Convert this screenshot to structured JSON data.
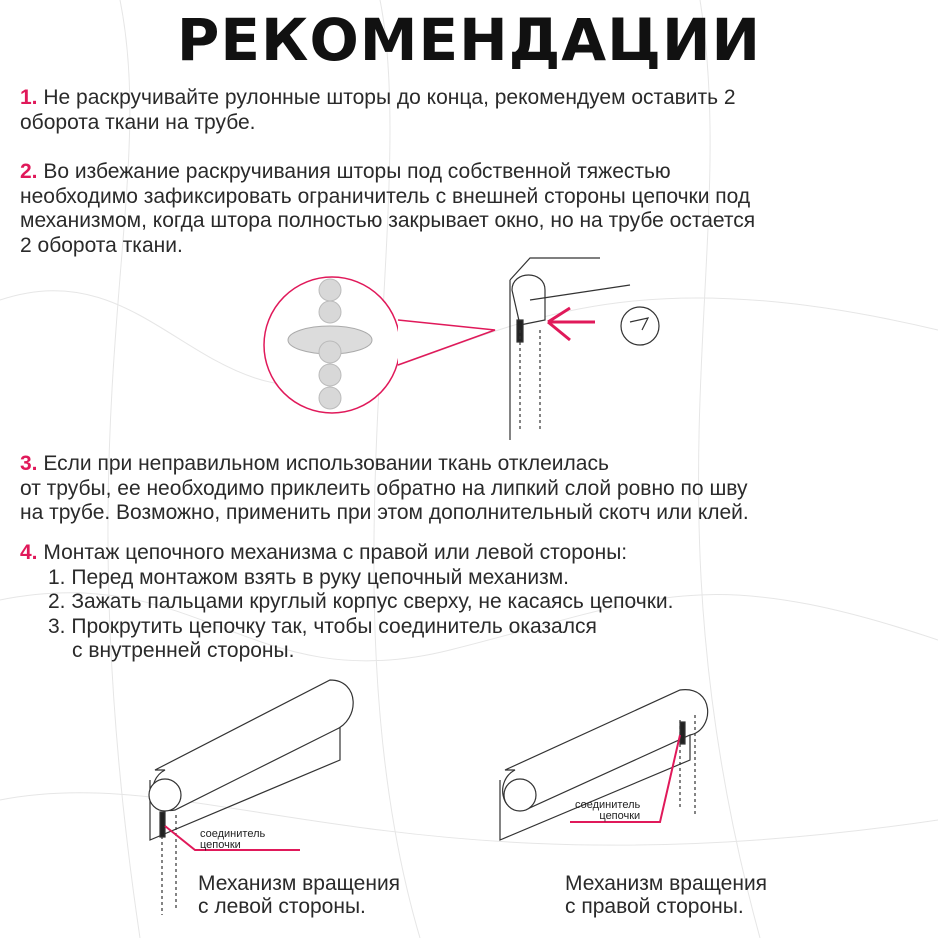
{
  "title": "РЕКОМЕНДАЦИИ",
  "accent_color": "#e0195a",
  "items": [
    {
      "num": "1.",
      "lines": [
        "Не раскручивайте рулонные шторы до конца, рекомендуем оставить 2",
        "оборота ткани на трубе."
      ]
    },
    {
      "num": "2.",
      "lines": [
        "Во избежание раскручивания шторы под собственной тяжестью",
        "необходимо зафиксировать ограничитель с внешней стороны цепочки под",
        "механизмом, когда штора полностью закрывает окно, но на трубе остается",
        "2 оборота ткани."
      ]
    },
    {
      "num": "3.",
      "lines": [
        "Если при неправильном использовании ткань отклеилась",
        "от трубы, ее необходимо приклеить обратно на липкий слой ровно по шву",
        "на трубе. Возможно, применить при этом дополнительный скотч или клей."
      ]
    },
    {
      "num": "4.",
      "lines": [
        "Монтаж цепочного механизма с правой или левой стороны:"
      ],
      "steps": [
        "1. Перед монтажом взять в руку цепочный механизм.",
        "2. Зажать пальцами круглый корпус сверху, не касаясь цепочки.",
        "3. Прокрутить цепочку так, чтобы соединитель оказался"
      ],
      "step_cont": "с внутренней стороны."
    }
  ],
  "diagrams": {
    "left": {
      "label_lines": [
        "соединитель",
        "цепочки"
      ],
      "caption_lines": [
        "Механизм вращения",
        "с левой стороны."
      ]
    },
    "right": {
      "label_lines": [
        "соединитель",
        "цепочки"
      ],
      "caption_lines": [
        "Механизм вращения",
        "с правой стороны."
      ]
    }
  }
}
